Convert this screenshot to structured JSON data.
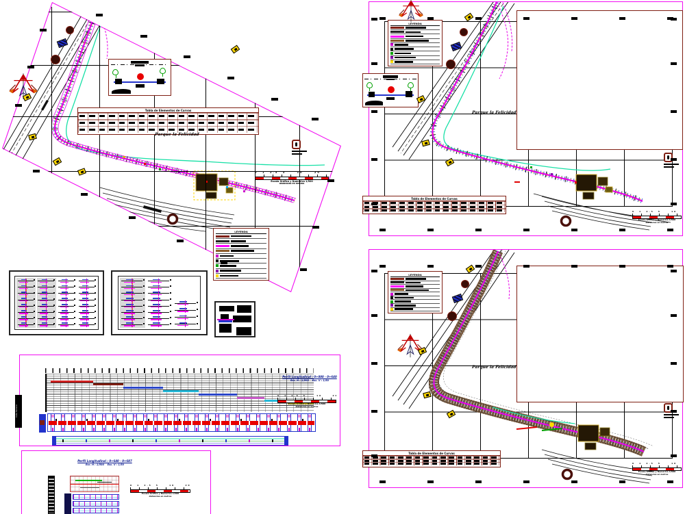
{
  "labels": {
    "park": "Parque la Felicidad",
    "curve_table_title": "Tabla de Elementos de Curvas",
    "legend_title": "LEYENDA",
    "profile_title": "Perfil Longitudinal : 0+000 - 0+640",
    "profile_scales": "Esc. H : 1/500    Esc. V : 1/50",
    "profile2_title": "Perfil Longitudinal : 0+640 - 0+687",
    "scalebar_numbers": "0  1  2.5  5     10     20",
    "scalebar_caption1": "Escala Gráfica y Numérica 1/500",
    "scalebar_caption2": "distancias en metros",
    "axis_label": "Cota Terreno"
  },
  "colors": {
    "sheet_border": "#f20df2",
    "table_border": "#7e1e12",
    "alignment_magenta": "#e800e8",
    "contour_brown": "#7a5a3c",
    "water_cyan": "#17e0a6",
    "scale_red": "#e80000",
    "tick_blue": "#2b46c8",
    "tick_yellow": "#ffd800",
    "tick_green": "#00a850",
    "tree_green": "#00a000",
    "sign_yellow": "#ffd800"
  },
  "legend": {
    "rows": [
      {
        "swatch": "#7e1e12",
        "wide": true
      },
      {
        "swatch": "#222222",
        "wide": true
      },
      {
        "swatch": "#ff00ff",
        "wide": true
      },
      {
        "swatch": "#8a5a2a",
        "wide": true
      },
      {
        "swatch": "#cc00cc",
        "wide": false
      },
      {
        "swatch": "#111111",
        "wide": false
      },
      {
        "swatch": "#00a000",
        "wide": false
      },
      {
        "swatch": "#8800aa",
        "wide": false
      },
      {
        "swatch": "#ffd800",
        "wide": false
      }
    ]
  },
  "decor": {
    "curve_table_cols": 18,
    "curve_table_rows": 3,
    "profile_band_columns": 26,
    "xsec_panel_a_columns": [
      8,
      8,
      8,
      8
    ],
    "xsec_panel_b_columns": [
      8,
      8,
      4
    ],
    "legend_blob_widths": [
      30,
      22,
      26,
      34,
      20,
      28,
      24,
      31,
      27
    ]
  }
}
